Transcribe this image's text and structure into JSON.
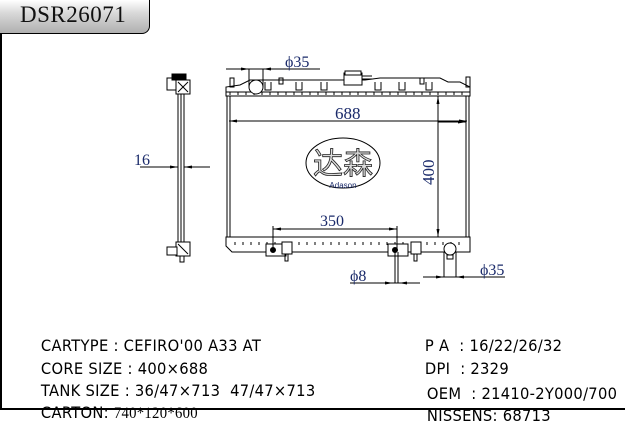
{
  "title": "DSR26071",
  "drawing": {
    "dimensions": {
      "inlet_diameter": "ϕ35",
      "core_width": "688",
      "core_height": "400",
      "core_thickness": "16",
      "mount_spacing": "350",
      "pin_diameter": "ϕ8",
      "outlet_diameter": "ϕ35"
    },
    "logo": {
      "chinese": "达森",
      "latin": "Adason"
    }
  },
  "specs_left": [
    {
      "label": "CARTYPE : ",
      "value": "CEFIRO'00 A33 AT"
    },
    {
      "label": "CORE SIZE : ",
      "value": "400×688"
    },
    {
      "label": "TANK SIZE : ",
      "value": "36/47×713  47/47×713"
    },
    {
      "label": "CARTON: ",
      "value": "740*120*600"
    }
  ],
  "specs_right": [
    {
      "label": "P A  : ",
      "value": "16/22/26/32"
    },
    {
      "label": "DPI  : ",
      "value": "2329"
    },
    {
      "label": "OEM  : ",
      "value": "21410-2Y000/700"
    },
    {
      "label": "NISSENS: ",
      "value": "68713"
    }
  ]
}
